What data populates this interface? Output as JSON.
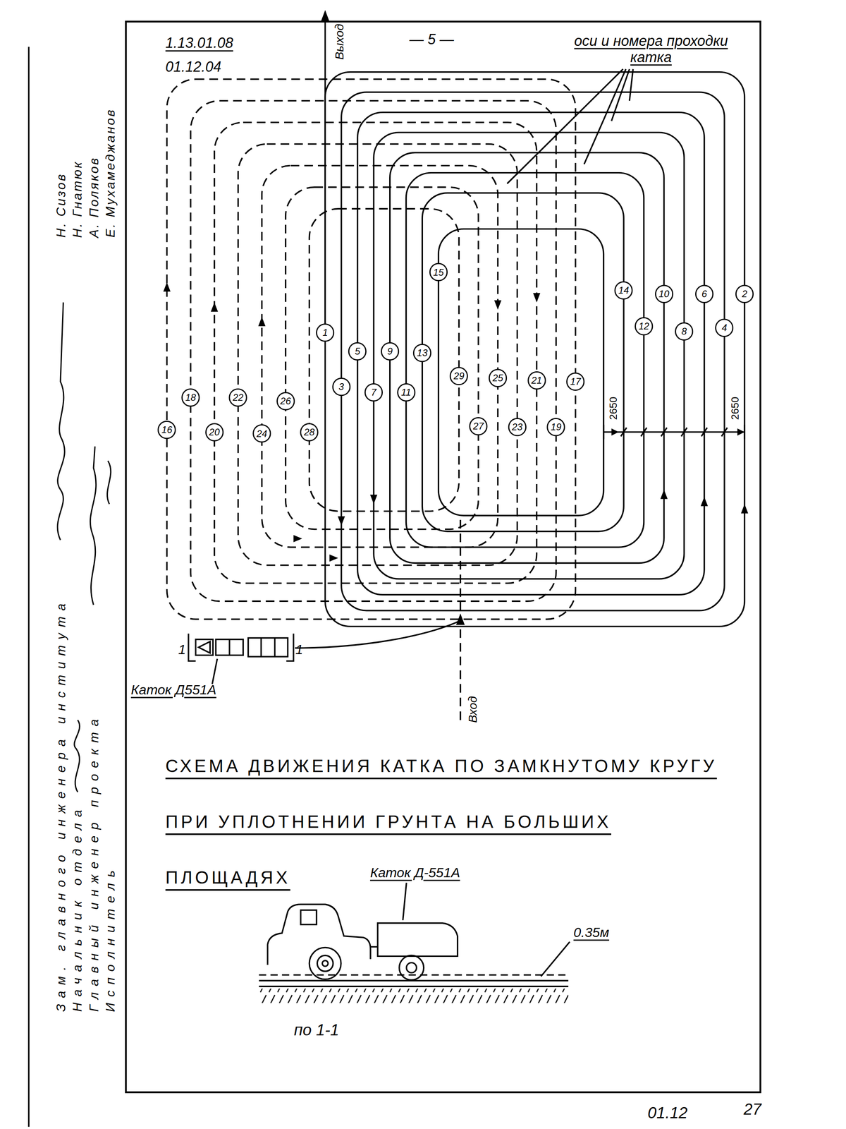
{
  "diagram": {
    "title": "СХЕМА ДВИЖЕНИЯ КАТКА ПО ЗАМКНУТОМУ КРУГУ ПРИ УПЛОТНЕНИИ ГРУНТА НА БОЛЬШИХ ПЛОЩАДЯХ",
    "labels": [
      "1.13.01.08",
      "01.12.04",
      "— 5 —",
      "оси и номера проходки катка",
      "Выход",
      "Вход",
      "1",
      "2",
      "3",
      "4",
      "5",
      "6",
      "7",
      "8",
      "9",
      "10",
      "11",
      "12",
      "13",
      "14",
      "15",
      "16",
      "17",
      "18",
      "19",
      "20",
      "21",
      "22",
      "23",
      "24",
      "25",
      "26",
      "27",
      "28",
      "29",
      "2650",
      "2650",
      "Каток Д551А",
      "1",
      "1",
      "Каток Д-551А",
      "0.35м",
      "по 1-1",
      "Зам. главного инженера института",
      "Начальник отдела",
      "Главный инженер проекта",
      "Исполнитель",
      "Н. Сизов",
      "Н. Гнатюк",
      "А. Поляков",
      "Е. Мухамеджанов",
      "01.12",
      "27"
    ]
  }
}
